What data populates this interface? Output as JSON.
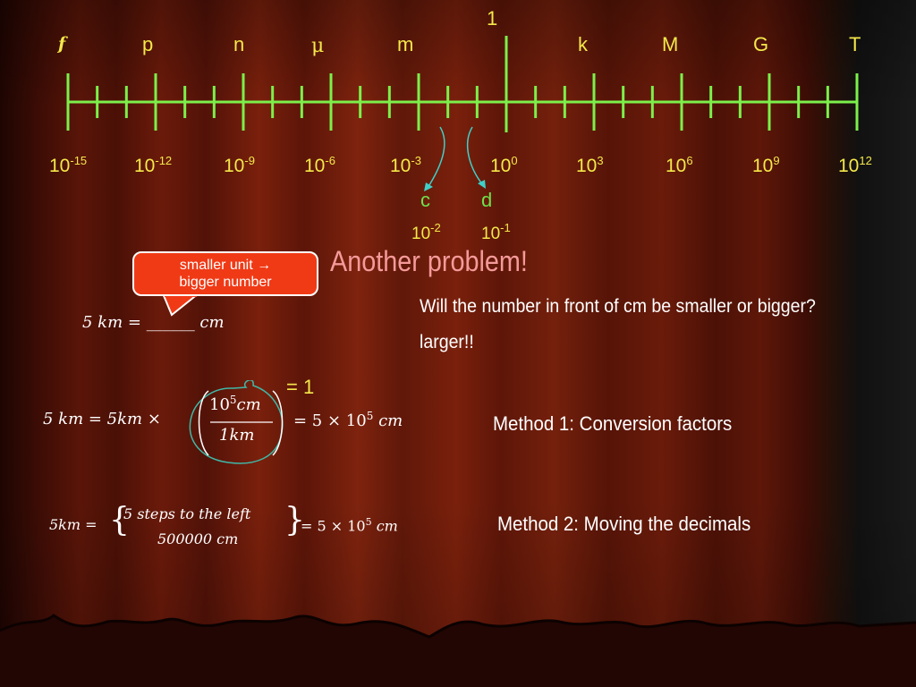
{
  "ruler": {
    "prefixes": [
      "f",
      "p",
      "n",
      "μ",
      "m",
      "k",
      "M",
      "G",
      "T"
    ],
    "one_label": "1",
    "powers": [
      {
        "base": "10",
        "exp": "-15"
      },
      {
        "base": "10",
        "exp": "-12"
      },
      {
        "base": "10",
        "exp": "-9"
      },
      {
        "base": "10",
        "exp": "-6"
      },
      {
        "base": "10",
        "exp": "-3"
      },
      {
        "base": "10",
        "exp": "0"
      },
      {
        "base": "10",
        "exp": "3"
      },
      {
        "base": "10",
        "exp": "6"
      },
      {
        "base": "10",
        "exp": "9"
      },
      {
        "base": "10",
        "exp": "12"
      }
    ],
    "c_label": "c",
    "d_label": "d",
    "c_power": {
      "base": "10",
      "exp": "-2"
    },
    "d_power": {
      "base": "10",
      "exp": "-1"
    }
  },
  "callout": {
    "line1": "smaller unit →",
    "line2": "bigger number"
  },
  "title": "Another problem!",
  "question": "Will the number in front of cm be smaller or bigger?",
  "answer": "larger!!",
  "problem": {
    "lhs": "5 km =",
    "blank": "______",
    "unit": "cm"
  },
  "equals_one": "= 1",
  "method1": {
    "label": "Method 1:  Conversion factors",
    "lhs": "5 km = 5km ×",
    "num_base": "10",
    "num_exp": "5",
    "num_unit": "cm",
    "den": "1km",
    "rhs_pre": "= 5 × 10",
    "rhs_exp": "5",
    "rhs_unit": "cm"
  },
  "method2": {
    "label": "Method 2:  Moving the decimals",
    "lhs": "5km =",
    "top": "5 steps to the left",
    "bottom": "500000 cm",
    "rhs_pre": "= 5 × 10",
    "rhs_exp": "5",
    "rhs_unit": "cm"
  },
  "colors": {
    "ruler": "#7cf04a",
    "prefix": "#f4e84a",
    "title": "#f49a9a",
    "callout": "#f03a16"
  }
}
